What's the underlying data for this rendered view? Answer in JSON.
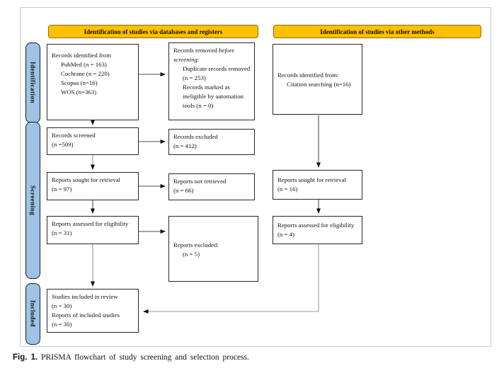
{
  "headers": {
    "left": "Identification of studies via databases and registers",
    "right": "Identification of studies via other methods"
  },
  "stages": {
    "identification": "Identification",
    "screening": "Screening",
    "included": "Included"
  },
  "colors": {
    "header_bg": "#FFC000",
    "stage_bg": "#9DC3E6",
    "box_border": "#262626"
  },
  "boxes": {
    "records_identified": {
      "title": "Records identified from",
      "items": [
        "PubMed (n = 163)",
        "Cochrane (n = 220)",
        "Scopus (n=16)",
        "WOS (n=363)"
      ]
    },
    "records_removed": {
      "title_normal": "Records removed ",
      "title_italic": "before screening",
      "title_suffix": ":",
      "items": [
        "Duplicate records removed (n = 253)",
        "Records marked as ineligible by automation tools (n = 0)"
      ]
    },
    "records_screened": {
      "lines": [
        "Records screened",
        "(n =509)"
      ]
    },
    "records_excluded": {
      "lines": [
        "Records excluded",
        "(n = 412)"
      ]
    },
    "reports_sought": {
      "lines": [
        "Reports sought for retrieval",
        "(n = 97)"
      ]
    },
    "reports_not_retrieved": {
      "lines": [
        "Reports not retrieved",
        "(n = 66)"
      ]
    },
    "reports_assessed": {
      "lines": [
        "Reports assessed for eligibility",
        "(n = 31)"
      ]
    },
    "reports_excluded": {
      "line1": "Reports excluded:",
      "line2": "(n = 5)"
    },
    "studies_included": {
      "lines": [
        "Studies included in review",
        "(n = 30)",
        "Reports of included studies",
        "(n = 30)"
      ]
    },
    "records_identified_other": {
      "title": "Records identified from:",
      "items": [
        "Citation searching (n=16)"
      ]
    },
    "reports_sought_other": {
      "lines": [
        "Reports sought for retrieval",
        "(n = 16)"
      ]
    },
    "reports_assessed_other": {
      "lines": [
        "Reports assessed for eligibility",
        "(n = 4)"
      ]
    }
  },
  "caption": {
    "label": "Fig. 1.",
    "text": " PRISMA flowchart of study screening and selection process."
  }
}
